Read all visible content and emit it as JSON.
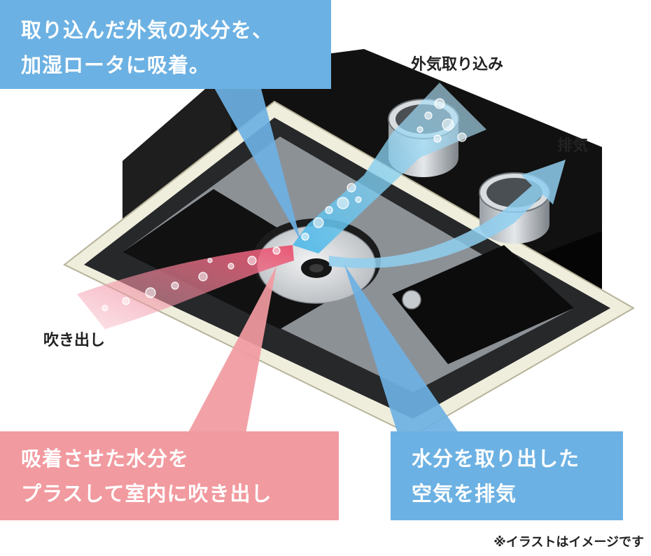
{
  "callouts": {
    "top": {
      "line1": "取り込んだ外気の水分を、",
      "line2": "加湿ロータに吸着。"
    },
    "pink": {
      "line1": "吸着させた水分を",
      "line2": "プラスして室内に吹き出し"
    },
    "blue": {
      "line1": "水分を取り出した",
      "line2": "空気を排気"
    }
  },
  "labels": {
    "intake": "外気取り込み",
    "exhaust": "排気",
    "blowout": "吹き出し"
  },
  "note": "※イラストはイメージです",
  "colors": {
    "callout_blue": "#6cb1e3",
    "callout_pink": "#f19a9f",
    "unit_black": "#111111",
    "panel_frame": "#efeddc",
    "stream_blue": "#4fb8e8",
    "stream_pink": "#e8506e"
  }
}
